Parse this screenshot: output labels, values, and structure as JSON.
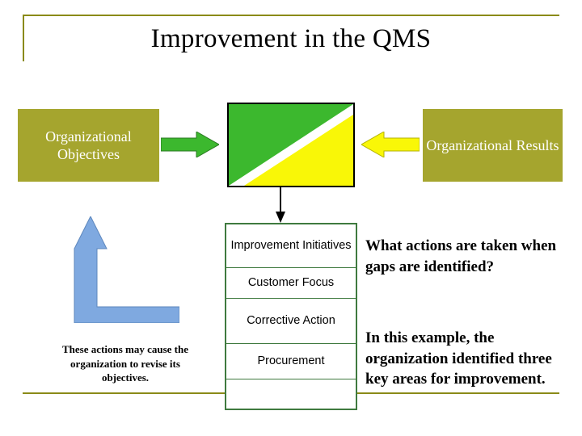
{
  "slide": {
    "title": "Improvement in the QMS",
    "boxes": {
      "objectives": "Organizational Objectives",
      "results": "Organizational Results"
    },
    "stack": {
      "items": [
        "Improvement Initiatives",
        "Customer Focus",
        "Corrective Action",
        "Procurement"
      ]
    },
    "texts": {
      "actions_question": "What actions are taken when gaps are identified?",
      "example": "In this example, the organization identified three key areas for improvement.",
      "left_caption": "These actions may cause the organization to revise its objectives."
    },
    "colors": {
      "olive_box": "#a5a52e",
      "flag_green": "#3cb82e",
      "flag_yellow": "#f9f707",
      "arrow_blue": "#7fa9e0",
      "stack_border": "#3f7a3f",
      "frame_line": "#8a8a18"
    }
  }
}
